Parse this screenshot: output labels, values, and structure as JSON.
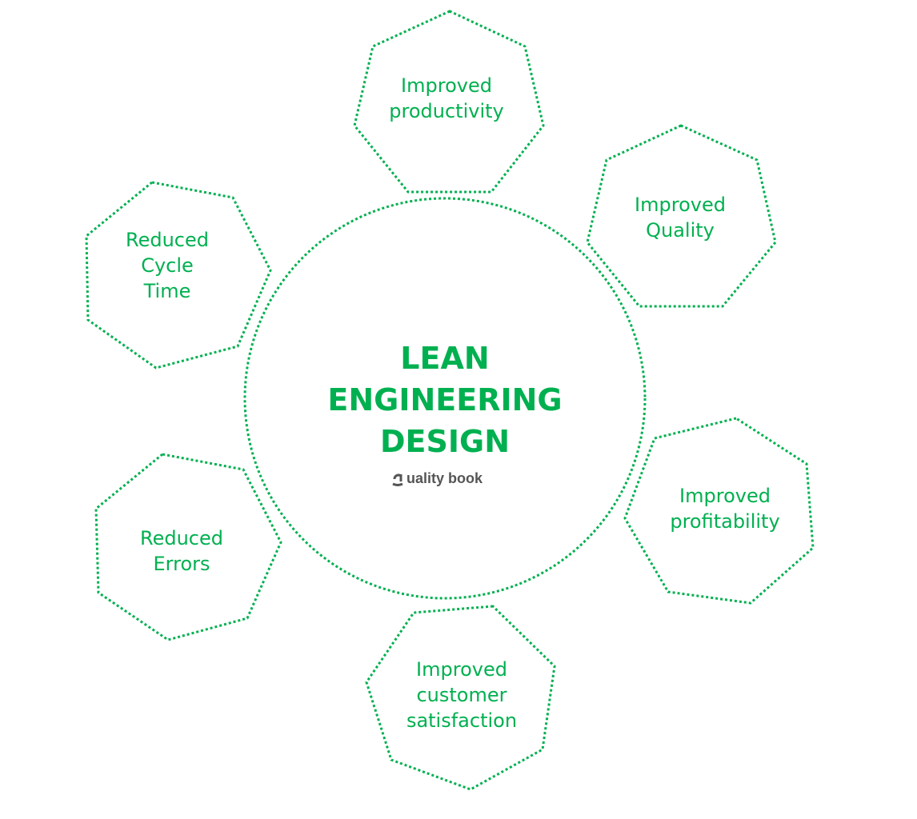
{
  "center": {
    "title_lines": [
      "LEAN",
      "ENGINEERING",
      "DESIGN"
    ],
    "logo_text": "uality book"
  },
  "nodes": [
    {
      "lines": [
        "Improved",
        "productivity"
      ]
    },
    {
      "lines": [
        "Improved",
        "Quality"
      ]
    },
    {
      "lines": [
        "Improved",
        "profitability"
      ]
    },
    {
      "lines": [
        "Improved",
        "customer",
        "satisfaction"
      ]
    },
    {
      "lines": [
        "Reduced",
        "Errors"
      ]
    },
    {
      "lines": [
        "Reduced",
        "Cycle",
        "Time"
      ]
    }
  ],
  "colors": {
    "accent": "#00b050",
    "logo": "#555555"
  }
}
